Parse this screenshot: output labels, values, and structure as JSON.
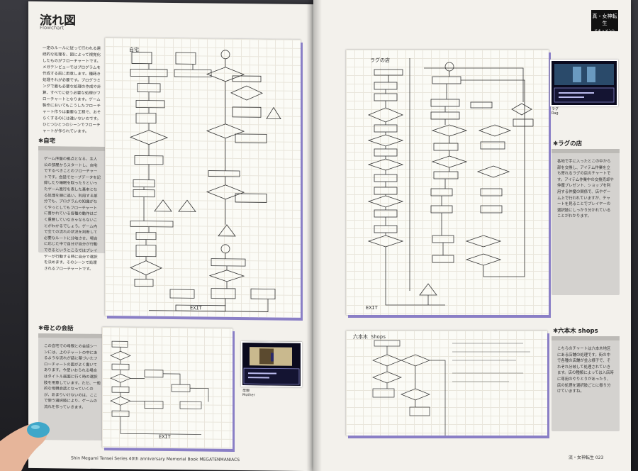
{
  "left_page": {
    "chapter_title": "流れ図",
    "chapter_subtitle": "Flowchart",
    "intro_text": "一定のルールに従って行われる連続的な処理を、図によって視覚化したものがフローチャートです。メガテンビューではプログラムを作成する前に用意します。種蒔き処理それが必要です。プログラミングで最も必要な処理の作成や計算、すべてに従う必要な処理がフローチャートとなります。ゲーム製作においてもこうしたフローチャート作りは重要な工程で、おそらくするのには違いないのです。ひとつひとつのシーンでフローチャートが作られています。",
    "section_home": {
      "title": "自宅",
      "text": "ゲーム序盤の拠点となる、主人公の部屋からスタートし、自宅でするべきことのフローチャートです。会話でセーブデータを記録したり睡眠を取ったりといったゲーム進行を表した基本となる処理を順に追い、利用する部分でも、プログラムの知識がなくやっとしてもフローチャートに書かれている各種の動作はごく重要していなきゃならないことがわかるでしょう。ゲーム内で全ての流れの状況を判断して必要なルートに分岐させ、場合に応じた中で自分が自分が行動できるというところではプレイヤーが行動する時に自分で選択を決めます。そのシーンで処理されるフローチャートです。"
    },
    "section_mother": {
      "title": "母との会話",
      "text": "この自宅での母親との会話シーンには、上のチャートの中にあるような流れが話に基づいたフローチャートの面がよく書いてあります。今使いおられる場合はタイトル画面に行く時の選択肢を用意しています。ただ、一般的な母親会話となっていくのが、あまりいけないのは、ここで使う選択肢により、ゲームの流れを作っていきます。"
    },
    "flowchart_main_title": "自宅",
    "flowchart_main_exit": "EXIT",
    "flowchart_small_exit": "EXIT",
    "photo_caption_title": "母親",
    "photo_caption_sub": "Mother",
    "footer": "Shin Megami Tensei Series 40th anniversary Memorial Book MEGATENMANIACS"
  },
  "right_page": {
    "logo_text": "真・女神転生",
    "logo_sub": "ドキュメント",
    "section_shop": {
      "title": "ラグの店",
      "text": "各地で手に入ったとこの中から部を交換し、アイテム作業を立ち寄れるラグの店のチャートです。アイテム作業中の交換売却や仲魔プレゼント、ショップを利用する仲魔の関係で、店やゲーム上で行われていますが、チャートを見ることでプレイヤーの選択肢にしっかり分かれていることがわかります。"
    },
    "section_roppongi": {
      "title": "六本木 shops",
      "text": "こちらのチャートは六本木地区にある店舗の処理です。街の中で各種の店舗が並ぶ様子で、それぞれ分岐して処理されていきます。店の種類によっては入店時に専用のやりとりがあったり、店の処理を選択肢ごとに振り分けていますね。"
    },
    "flowchart_shop_title": "ラグの店",
    "flowchart_shop_exit": "EXIT",
    "flowchart_roppongi_title": "六本木 Shops",
    "photo_caption_title": "ラグ",
    "photo_caption_sub": "Rag",
    "footer": "流・女神転生 023"
  },
  "colors": {
    "sheet_shadow": "#8a7fc6",
    "paper": "#f3f1ec",
    "sidebar": "#d4d2cf",
    "nail": "#3fa7c9"
  }
}
